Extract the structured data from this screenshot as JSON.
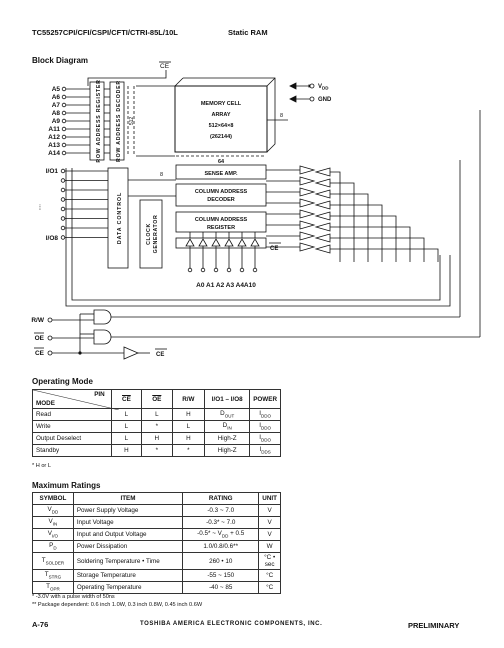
{
  "header": {
    "part_numbers": "TC55257CPI/CFI/CSPI/CFTI/CTRI-85L/10L",
    "title": "Static RAM"
  },
  "block_diagram": {
    "heading": "Block Diagram",
    "address_pins": [
      "A5",
      "A6",
      "A7",
      "A8",
      "A9",
      "A11",
      "A12",
      "A13",
      "A14"
    ],
    "io_pins": [
      "I/O1",
      "I/O8"
    ],
    "io_dots": "⁞",
    "ce_top": "CE",
    "ce_right": "CE",
    "ce_bottom": "CE",
    "row_addr_reg": "ROW ADDRESS REGISTER",
    "row_addr_dec": "ROW ADDRESS DECODER",
    "bus_512": "512",
    "memory_cell": [
      "MEMORY CELL",
      "ARRAY",
      "512×64×8",
      "(262144)"
    ],
    "bus_8_right": "8",
    "bus_64": "64",
    "bus_8_left": "8",
    "sense_amp": "SENSE AMP.",
    "col_addr_dec": [
      "COLUMN ADDRESS",
      "DECODER"
    ],
    "col_addr_reg": [
      "COLUMN ADDRESS",
      "REGISTER"
    ],
    "data_control": "DATA CONTROL",
    "clock_gen": "CLOCK GENERATOR",
    "col_addr_pins": "A0 A1 A2 A3 A4A10",
    "vdd": "V",
    "vdd_sub": "DD",
    "gnd": "GND",
    "rw": "R/W",
    "oe": "OE",
    "ce": "CE"
  },
  "operating_mode": {
    "heading": "Operating Mode",
    "corner_pin": "PIN",
    "corner_mode": "MODE",
    "columns": [
      "CE",
      "OE",
      "R/W",
      "I/O1 – I/O8",
      "POWER"
    ],
    "rows": [
      {
        "mode": "Read",
        "ce": "L",
        "oe": "L",
        "rw": "H",
        "io": "D",
        "io_sub": "OUT",
        "pw": "I",
        "pw_sub": "DDO"
      },
      {
        "mode": "Write",
        "ce": "L",
        "oe": "*",
        "rw": "L",
        "io": "D",
        "io_sub": "IN",
        "pw": "I",
        "pw_sub": "DDO"
      },
      {
        "mode": "Output Deselect",
        "ce": "L",
        "oe": "H",
        "rw": "H",
        "io": "High-Z",
        "io_sub": "",
        "pw": "I",
        "pw_sub": "DDO"
      },
      {
        "mode": "Standby",
        "ce": "H",
        "oe": "*",
        "rw": "*",
        "io": "High-Z",
        "io_sub": "",
        "pw": "I",
        "pw_sub": "DDS"
      }
    ],
    "note": "* H or L"
  },
  "max_ratings": {
    "heading": "Maximum Ratings",
    "columns": [
      "SYMBOL",
      "ITEM",
      "RATING",
      "UNIT"
    ],
    "rows": [
      {
        "sym": "V",
        "sub": "DD",
        "item": "Power Supply Voltage",
        "rating": "-0.3 ~ 7.0",
        "unit": "V"
      },
      {
        "sym": "V",
        "sub": "IN",
        "item": "Input Voltage",
        "rating": "-0.3* ~ 7.0",
        "unit": "V"
      },
      {
        "sym": "V",
        "sub": "I/O",
        "item": "Input and Output Voltage",
        "rating": "-0.5* ~ V",
        "rating_sub": "DD",
        "rating_tail": " + 0.5",
        "unit": "V"
      },
      {
        "sym": "P",
        "sub": "D",
        "item": "Power Dissipation",
        "rating": "1.0/0.8/0.6**",
        "unit": "W"
      },
      {
        "sym": "T",
        "sub": "SOLDER",
        "item": "Soldering Temperature • Time",
        "rating": "260 • 10",
        "unit": "°C • sec"
      },
      {
        "sym": "T",
        "sub": "STRG",
        "item": "Storage Temperature",
        "rating": "-55 ~ 150",
        "unit": "°C"
      },
      {
        "sym": "T",
        "sub": "OPR",
        "item": "Operating Temperature",
        "rating": "-40 ~ 85",
        "unit": "°C"
      }
    ],
    "note1": "*   -3.0V with a pulse width of 50ns",
    "note2": "** Package dependent: 0.6 inch 1.0W, 0.3 inch 0.8W, 0.45 inch 0.6W"
  },
  "footer": {
    "page": "A-76",
    "company": "TOSHIBA AMERICA ELECTRONIC COMPONENTS, INC.",
    "status": "PRELIMINARY"
  }
}
